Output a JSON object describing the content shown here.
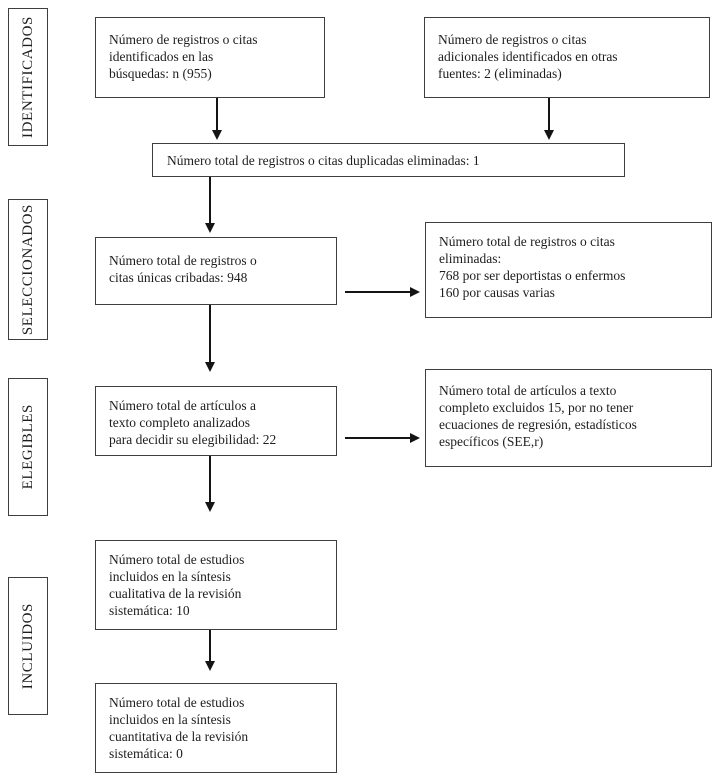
{
  "diagram": {
    "title": "PRISMA flow diagram (systematic review, Spanish)",
    "stages": [
      {
        "label": "IDENTIFICADOS"
      },
      {
        "label": "SELECCIONADOS"
      },
      {
        "label": "ELEGIBLES"
      },
      {
        "label": "INCLUIDOS"
      }
    ],
    "boxes": {
      "identified_search": "Número de registros o citas\nidentificados en las\nbúsquedas: n (955)",
      "identified_other": "Número de registros o citas\nadicionales identificados en otras\nfuentes: 2 (eliminadas)",
      "duplicates_removed": "Número total de registros o citas duplicadas eliminadas: 1",
      "unique_screened": "Número total de registros o\ncitas únicas cribadas: 948",
      "screened_excluded": "Número total de registros o citas\neliminadas:\n768 por ser deportistas o enfermos\n160 por causas varias",
      "fulltext_assessed": "Número total de artículos a\ntexto completo analizados\npara decidir su elegibilidad: 22",
      "fulltext_excluded": "Número total de artículos a texto\ncompleto excluidos 15, por no tener\necuaciones de regresión, estadísticos\nespecíficos (SEE,r)",
      "included_qualitative": "Número total de estudios\nincluidos en la síntesis\ncualitativa de la revisión\nsistemática: 10",
      "included_quantitative": "Número total de estudios\nincluidos en la síntesis\ncuantitativa de la revisión\nsistemática: 0"
    },
    "colors": {
      "ink": "#1d1d1d",
      "border": "#3f3f3f",
      "background": "#ffffff"
    }
  }
}
